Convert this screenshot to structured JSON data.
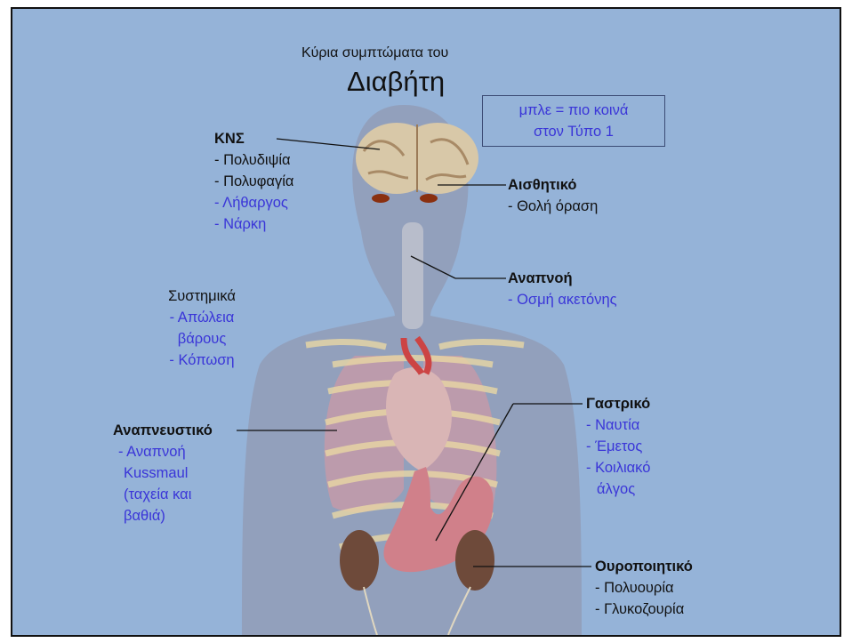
{
  "title": {
    "line1": "Κύρια συμπτώματα του",
    "line2": "Διαβήτη"
  },
  "legend": {
    "line1": "μπλε = πιο κοινά",
    "line2": "στον Τύπο 1"
  },
  "colors": {
    "background": "#95b3d8",
    "common_type1": "#3a35d8",
    "text": "#111111"
  },
  "groups": {
    "cns": {
      "heading": "ΚΝΣ",
      "items": [
        "- Πολυδιψία",
        "- Πολυφαγία",
        "- Λήθαργος",
        "- Νάρκη"
      ]
    },
    "sensory": {
      "heading": "Αισθητικό",
      "items": [
        "- Θολή όραση"
      ]
    },
    "breath": {
      "heading": "Αναπνοή",
      "items": [
        "- Οσμή ακετόνης"
      ]
    },
    "systemic": {
      "heading": "Συστημικά",
      "items": [
        "- Απώλεια",
        "βάρους",
        "- Κόπωση"
      ]
    },
    "respiratory": {
      "heading": "Αναπνευστικό",
      "items": [
        "- Αναπνοή",
        "Kussmaul",
        "(ταχεία και",
        "βαθιά)"
      ]
    },
    "gastric": {
      "heading": "Γαστρικό",
      "items": [
        "- Ναυτία",
        "- Έμετος",
        "- Κοιλιακό",
        "άλγος"
      ]
    },
    "urinary": {
      "heading": "Ουροποιητικό",
      "items": [
        "- Πολυουρία",
        "- Γλυκοζουρία"
      ]
    }
  }
}
